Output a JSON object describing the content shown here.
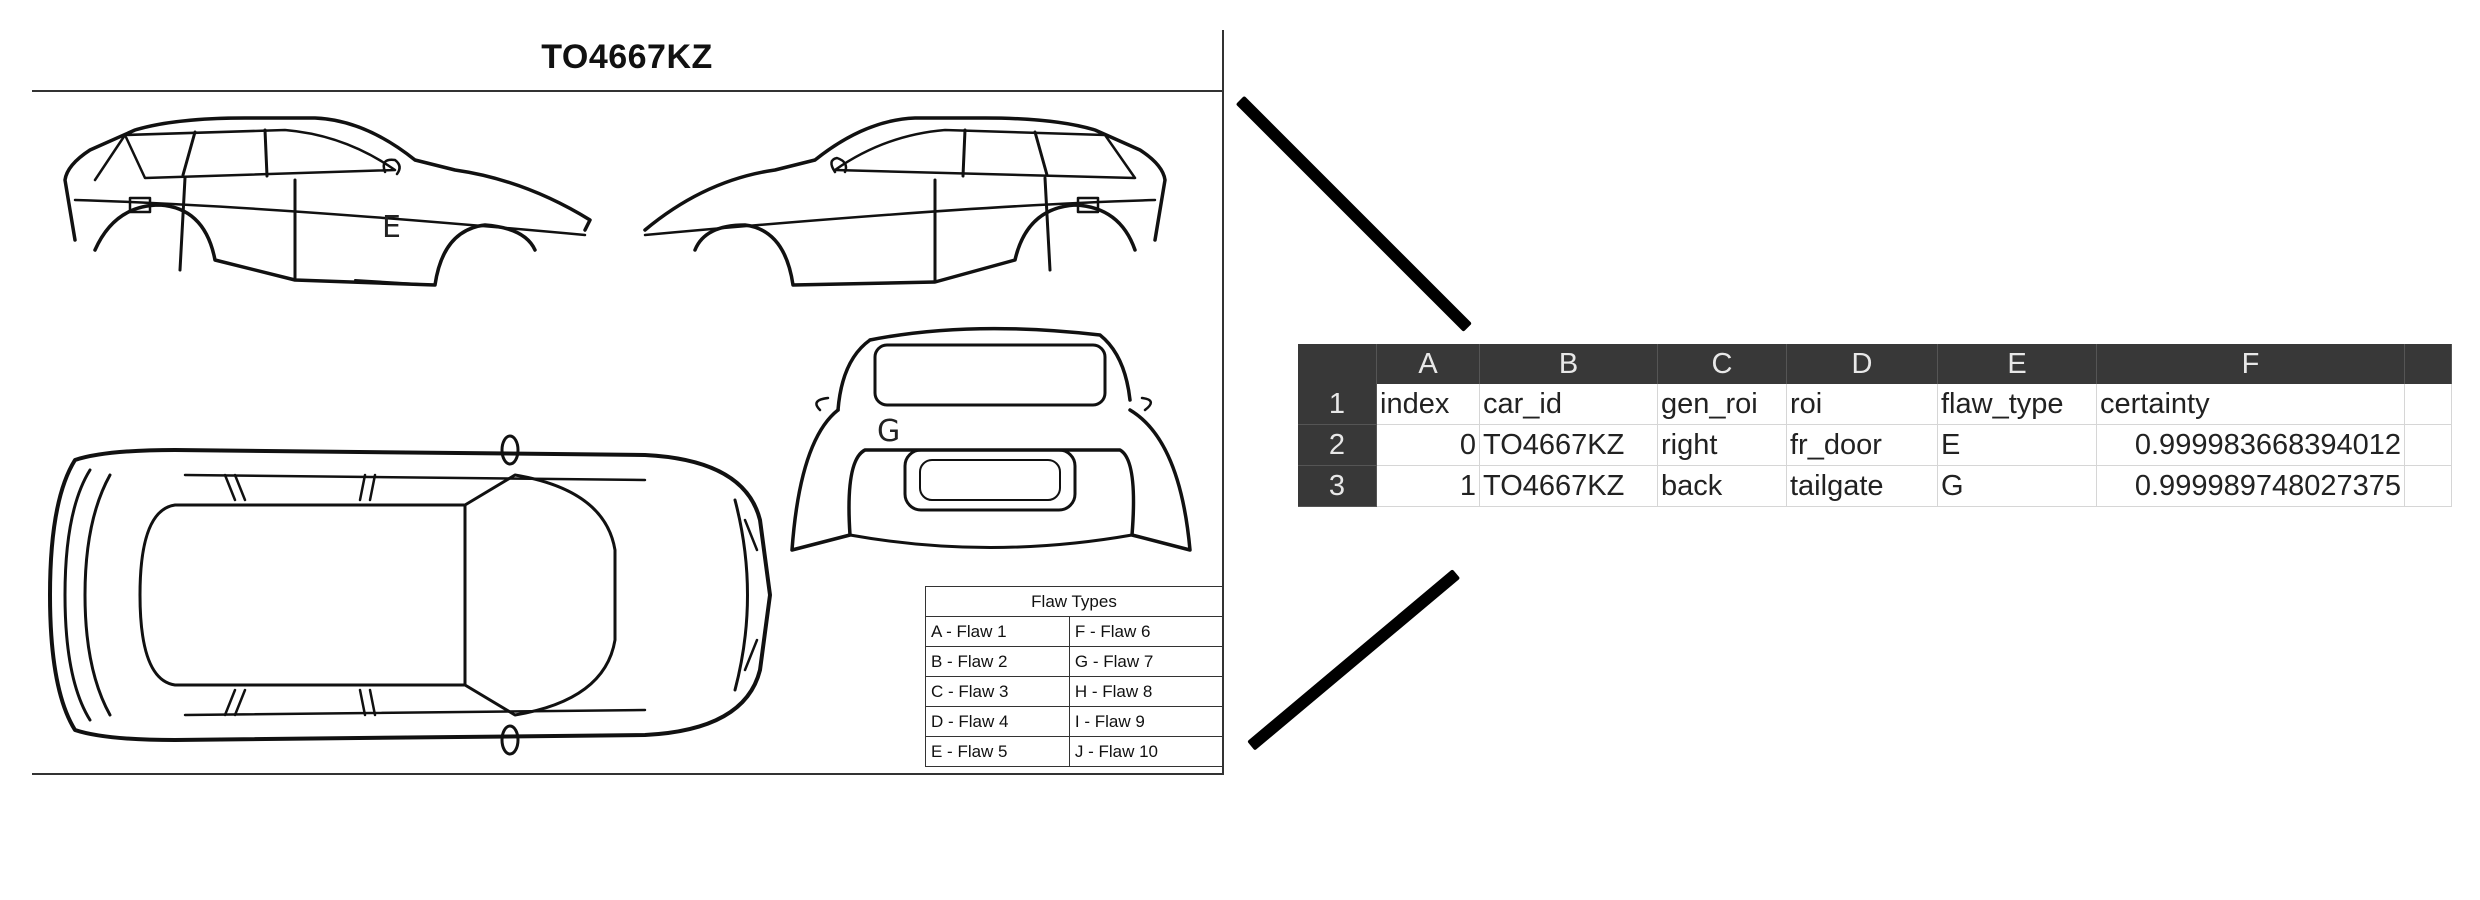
{
  "diagram": {
    "title": "TO4667KZ",
    "markers": {
      "right_side": "E",
      "back": "G"
    },
    "legend": {
      "header": "Flaw Types",
      "rows": [
        [
          "A - Flaw 1",
          "F - Flaw 6"
        ],
        [
          "B - Flaw 2",
          "G - Flaw 7"
        ],
        [
          "C - Flaw 3",
          "H - Flaw 8"
        ],
        [
          "D - Flaw 4",
          "I - Flaw 9"
        ],
        [
          "E - Flaw 5",
          "J - Flaw 10"
        ]
      ]
    }
  },
  "spreadsheet": {
    "columns": [
      "A",
      "B",
      "C",
      "D",
      "E",
      "F"
    ],
    "row_numbers": [
      "1",
      "2",
      "3"
    ],
    "header_row": [
      "index",
      "car_id",
      "gen_roi",
      "roi",
      "flaw_type",
      "certainty"
    ],
    "rows": [
      [
        "0",
        "TO4667KZ",
        "right",
        "fr_door",
        "E",
        "0.999983668394012"
      ],
      [
        "1",
        "TO4667KZ",
        "back",
        "tailgate",
        "G",
        "0.999989748027375"
      ]
    ]
  }
}
